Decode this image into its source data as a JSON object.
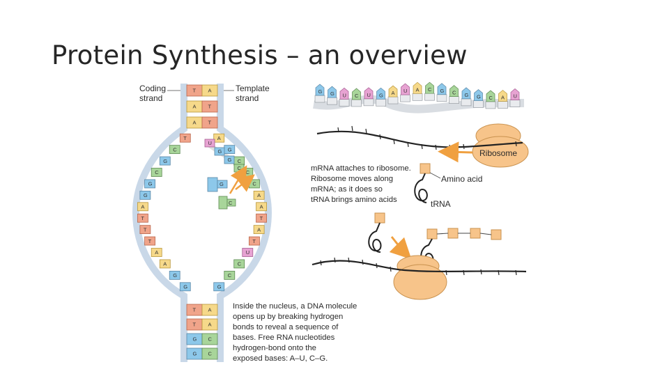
{
  "slide": {
    "title": "Protein Synthesis – an overview"
  },
  "dna_panel": {
    "coding_label": [
      "Coding",
      "strand"
    ],
    "template_label": [
      "Template",
      "strand"
    ],
    "caption": [
      "Inside the nucleus, a DNA molecule",
      "opens up by breaking hydrogen",
      "bonds to reveal a sequence of",
      "bases. Free RNA nucleotides",
      "hydrogen-bond onto the",
      "exposed bases: A–U, C–G."
    ],
    "top_pairs": [
      [
        "T",
        "A"
      ],
      [
        "A",
        "T"
      ],
      [
        "A",
        "T"
      ]
    ],
    "bottom_pairs": [
      [
        "T",
        "A"
      ],
      [
        "T",
        "A"
      ],
      [
        "G",
        "C"
      ],
      [
        "G",
        "C"
      ]
    ],
    "left_bases": [
      "T",
      "C",
      "G",
      "C",
      "G",
      "G",
      "A",
      "T",
      "T",
      "T",
      "A",
      "A",
      "G",
      "G"
    ],
    "right_bases": [
      "A",
      "G",
      "C",
      "C",
      "C",
      "A",
      "A",
      "T",
      "A",
      "T",
      "U",
      "C",
      "C",
      "G"
    ],
    "rna_inner": [
      "U",
      "G",
      "G",
      "C"
    ],
    "free_nucleotides": [
      "G",
      "C"
    ]
  },
  "mrna_panel": {
    "strand_bases": [
      "G",
      "G",
      "U",
      "C",
      "U",
      "G",
      "A",
      "U",
      "A",
      "C",
      "G",
      "C",
      "G",
      "G",
      "C",
      "A",
      "U"
    ],
    "ribosome_label": "Ribosome",
    "amino_acid_label": "Amino acid",
    "trna_label": "tRNA",
    "description": [
      "mRNA attaches to ribosome.",
      "Ribosome moves along",
      "mRNA; as it does so",
      "tRNA brings amino acids"
    ]
  },
  "colors": {
    "A": "#f6d98a",
    "T": "#f0a48a",
    "U": "#e7a3d2",
    "G": "#8dc8ea",
    "C": "#a8d59a",
    "ribosome": "#f7c48a",
    "amino_acid": "#f7c48a",
    "arrow": "#f0a040"
  }
}
